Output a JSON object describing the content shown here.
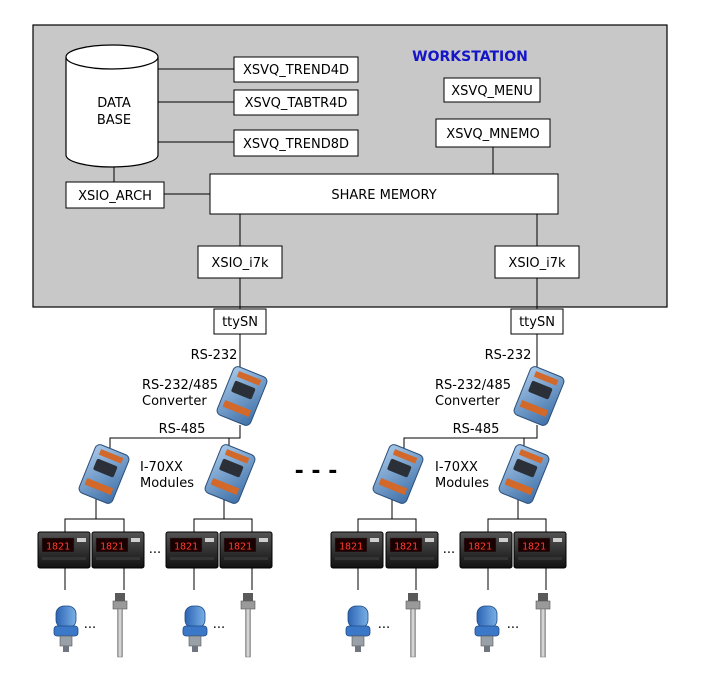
{
  "workstation": {
    "title": "WORKSTATION",
    "colors": {
      "panel": "#c8c8c8",
      "title": "#1414c8",
      "box": "#ffffff",
      "line": "#000000"
    },
    "database": {
      "line1": "DATA",
      "line2": "BASE"
    },
    "trend4d": "XSVQ_TREND4D",
    "tabtr4d": "XSVQ_TABTR4D",
    "trend8d": "XSVQ_TREND8D",
    "menu": "XSVQ_MENU",
    "mnemo": "XSVQ_MNEMO",
    "arch": "XSIO_ARCH",
    "share_memory": "SHARE MEMORY",
    "i7k_left": "XSIO_i7k",
    "i7k_right": "XSIO_i7k"
  },
  "left_branch": {
    "port": "ttySN",
    "rs232": "RS-232",
    "converter_line1": "RS-232/485",
    "converter_line2": "Converter",
    "rs485": "RS-485",
    "modules_line1": "I-70XX",
    "modules_line2": "Modules",
    "ellipsis": "...",
    "devices": {
      "converter_icon": "i-7520-converter-icon",
      "module_icon": "i-70xx-module-icon",
      "meter_icon": "panel-meter-icon",
      "meter_display": "1821",
      "transmitter_icon": "pressure-transmitter-icon",
      "probe_icon": "temperature-probe-icon"
    }
  },
  "right_branch": {
    "port": "ttySN",
    "rs232": "RS-232",
    "converter_line1": "RS-232/485",
    "converter_line2": "Converter",
    "rs485": "RS-485",
    "modules_line1": "I-70XX",
    "modules_line2": "Modules",
    "ellipsis": "..."
  },
  "between_branches": "- - -"
}
